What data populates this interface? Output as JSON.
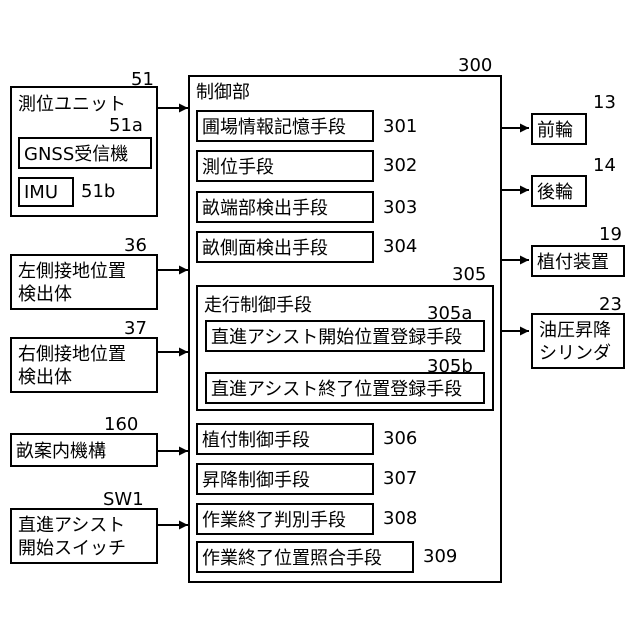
{
  "control": {
    "ref": "300",
    "label": "制御部"
  },
  "positioning_unit": {
    "ref": "51",
    "label": "測位ユニット",
    "gnss": {
      "ref": "51a",
      "label": "GNSS受信機"
    },
    "imu": {
      "ref": "51b",
      "label": "IMU"
    }
  },
  "inputs": [
    {
      "ref": "36",
      "line1": "左側接地位置",
      "line2": "検出体"
    },
    {
      "ref": "37",
      "line1": "右側接地位置",
      "line2": "検出体"
    },
    {
      "ref": "160",
      "line1": "畝案内機構"
    },
    {
      "ref": "SW1",
      "line1": "直進アシスト",
      "line2": "開始スイッチ"
    }
  ],
  "modules": [
    {
      "ref": "301",
      "label": "圃場情報記憶手段"
    },
    {
      "ref": "302",
      "label": "測位手段"
    },
    {
      "ref": "303",
      "label": "畝端部検出手段"
    },
    {
      "ref": "304",
      "label": "畝側面検出手段"
    },
    {
      "ref": "306",
      "label": "植付制御手段"
    },
    {
      "ref": "307",
      "label": "昇降制御手段"
    },
    {
      "ref": "308",
      "label": "作業終了判別手段"
    },
    {
      "ref": "309",
      "label": "作業終了位置照合手段"
    }
  ],
  "travel": {
    "ref": "305",
    "label": "走行制御手段",
    "sub_a": {
      "ref": "305a",
      "label": "直進アシスト開始位置登録手段"
    },
    "sub_b": {
      "ref": "305b",
      "label": "直進アシスト終了位置登録手段"
    }
  },
  "outputs": [
    {
      "ref": "13",
      "line1": "前輪"
    },
    {
      "ref": "14",
      "line1": "後輪"
    },
    {
      "ref": "19",
      "line1": "植付装置"
    },
    {
      "ref": "23",
      "line1": "油圧昇降",
      "line2": "シリンダ"
    }
  ]
}
